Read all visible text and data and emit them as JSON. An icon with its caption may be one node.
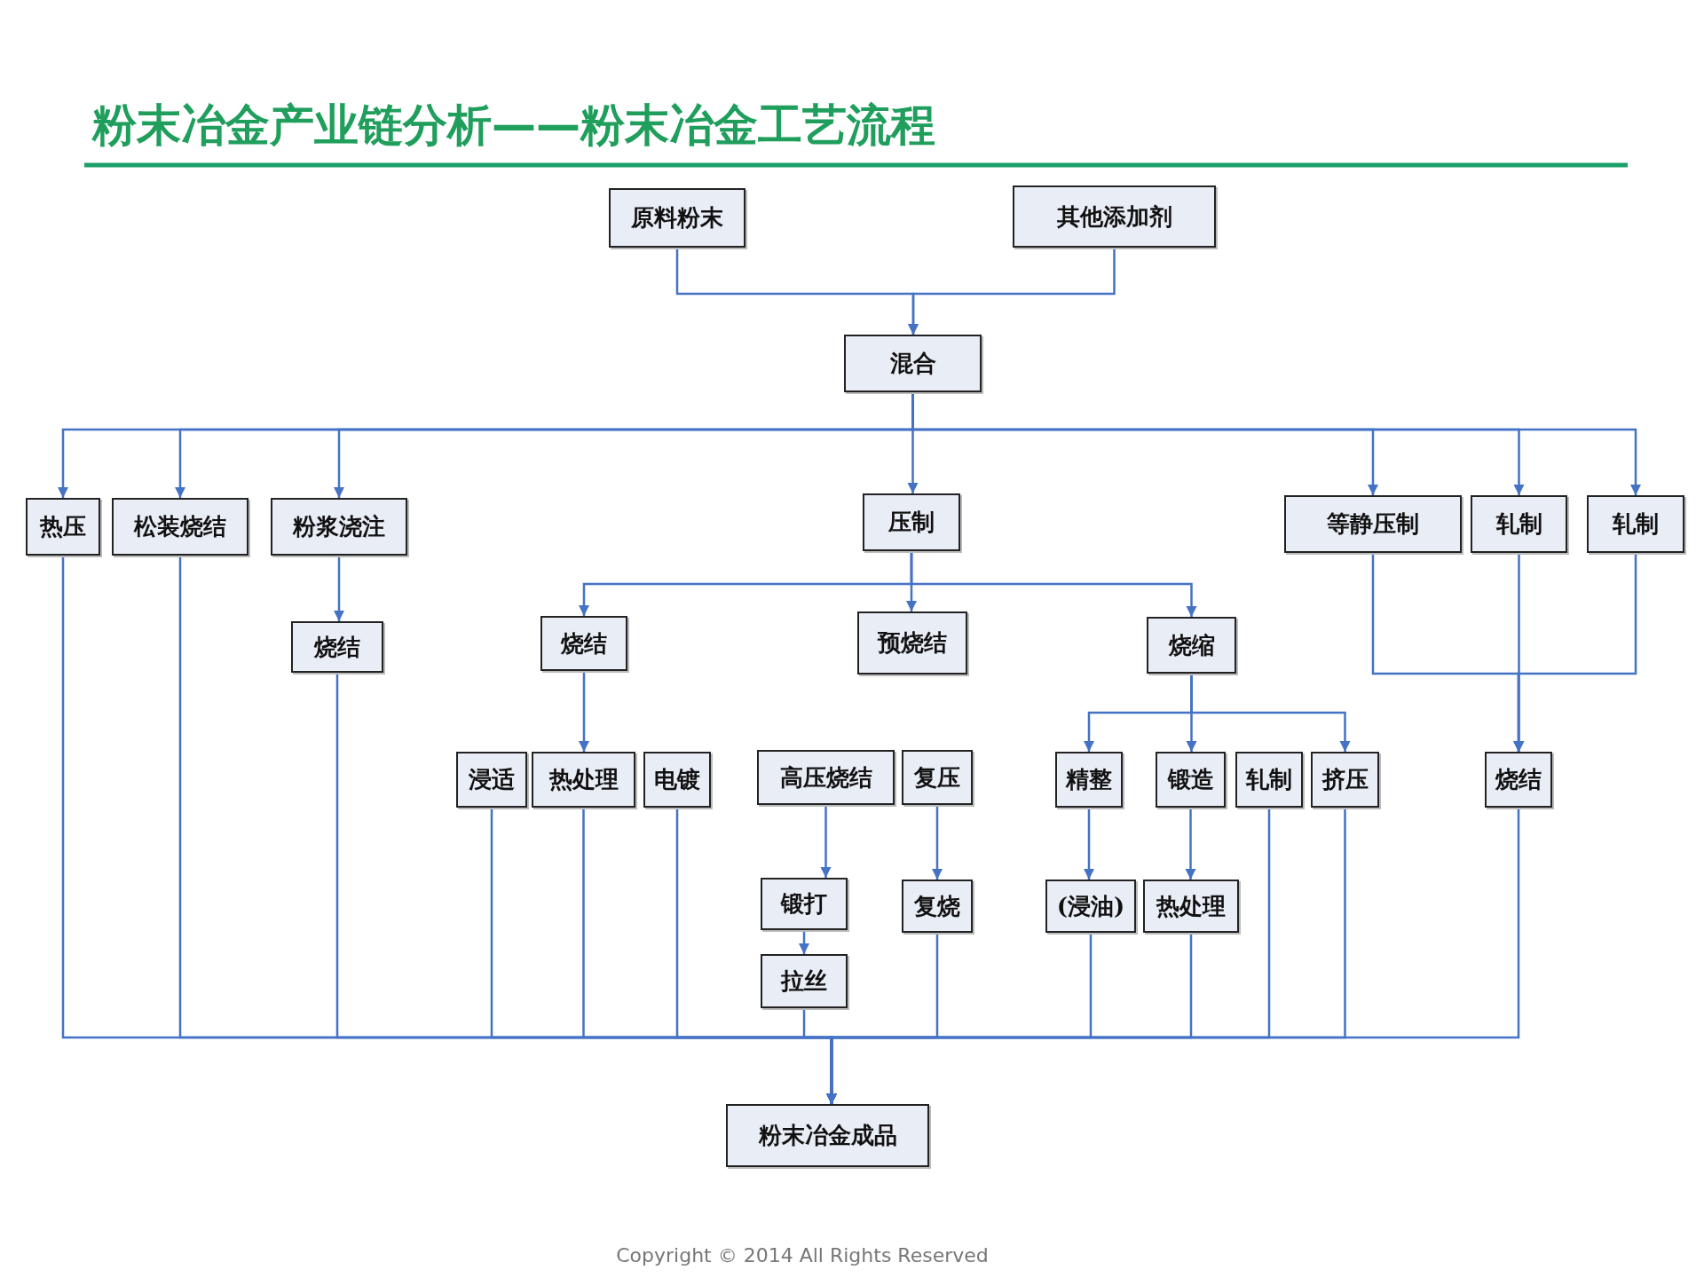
{
  "diagram": {
    "title": "粉末冶金产业链分析——粉末冶金工艺流程",
    "nodes": [
      {
        "text": [
          "原料粉末"
        ]
      },
      {
        "text": [
          "其他添加剂"
        ]
      },
      {
        "text": [
          "混合"
        ]
      },
      {
        "text": [
          "热压"
        ]
      },
      {
        "text": [
          "松装烧结"
        ]
      },
      {
        "text": [
          "粉浆浇注"
        ]
      },
      {
        "text": [
          "压制"
        ]
      },
      {
        "text": [
          "等静压制"
        ]
      },
      {
        "text": [
          "轧制"
        ]
      },
      {
        "text": [
          "轧制"
        ]
      },
      {
        "text": [
          "烧结"
        ]
      },
      {
        "text": [
          "烧结"
        ]
      },
      {
        "text": [
          "预烧结"
        ]
      },
      {
        "text": [
          "烧缩"
        ]
      },
      {
        "text": [
          "浸适"
        ]
      },
      {
        "text": [
          "热处理"
        ]
      },
      {
        "text": [
          "电镀"
        ]
      },
      {
        "text": [
          "高压烧结"
        ]
      },
      {
        "text": [
          "复压"
        ]
      },
      {
        "text": [
          "精整"
        ]
      },
      {
        "text": [
          "锻造"
        ]
      },
      {
        "text": [
          "轧制"
        ]
      },
      {
        "text": [
          "挤压"
        ]
      },
      {
        "text": [
          "烧结"
        ]
      },
      {
        "text": [
          "锻打"
        ]
      },
      {
        "text": [
          "复烧"
        ]
      },
      {
        "text": [
          "(浸油)"
        ]
      },
      {
        "text": [
          "热处理"
        ]
      },
      {
        "text": [
          "拉丝"
        ]
      },
      {
        "text": [
          "粉末冶金成品"
        ]
      }
    ],
    "edges": [
      {
        "from": 0,
        "to": 2,
        "arrow": "to"
      },
      {
        "from": 1,
        "to": 2,
        "arrow": "to"
      },
      {
        "from": 2,
        "to": 3,
        "arrow": "to"
      },
      {
        "from": 2,
        "to": 4,
        "arrow": "to"
      },
      {
        "from": 2,
        "to": 5,
        "arrow": "to"
      },
      {
        "from": 2,
        "to": 6,
        "arrow": "to"
      },
      {
        "from": 2,
        "to": 7,
        "arrow": "to"
      },
      {
        "from": 2,
        "to": 8,
        "arrow": "to"
      },
      {
        "from": 2,
        "to": 9,
        "arrow": "to"
      },
      {
        "from": 5,
        "to": 10,
        "arrow": "to"
      },
      {
        "from": 6,
        "to": 11,
        "arrow": "to"
      },
      {
        "from": 6,
        "to": 12,
        "arrow": "to"
      },
      {
        "from": 6,
        "to": 13,
        "arrow": "to"
      },
      {
        "from": 11,
        "to": 15,
        "arrow": "to"
      },
      {
        "from": 13,
        "to": 19,
        "arrow": "to"
      },
      {
        "from": 13,
        "to": 20,
        "arrow": "to"
      },
      {
        "from": 13,
        "to": 22,
        "arrow": "to"
      },
      {
        "from": 17,
        "to": 24,
        "arrow": "to"
      },
      {
        "from": 24,
        "to": 28,
        "arrow": "to"
      },
      {
        "from": 18,
        "to": 25,
        "arrow": "to"
      },
      {
        "from": 19,
        "to": 26,
        "arrow": "to"
      },
      {
        "from": 20,
        "to": 27,
        "arrow": "to"
      },
      {
        "from": 7,
        "to": 23,
        "arrow": "to"
      },
      {
        "from": 8,
        "to": 23,
        "arrow": "to"
      },
      {
        "from": 9,
        "to": 23,
        "arrow": "to"
      },
      {
        "from": 3,
        "to": 29,
        "arrow": "to"
      },
      {
        "from": 4,
        "to": 29,
        "arrow": "to"
      },
      {
        "from": 10,
        "to": 29,
        "arrow": "to"
      },
      {
        "from": 14,
        "to": 29,
        "arrow": "to"
      },
      {
        "from": 15,
        "to": 29,
        "arrow": "to"
      },
      {
        "from": 16,
        "to": 29,
        "arrow": "to"
      },
      {
        "from": 28,
        "to": 29,
        "arrow": "to"
      },
      {
        "from": 25,
        "to": 29,
        "arrow": "to"
      },
      {
        "from": 26,
        "to": 29,
        "arrow": "to"
      },
      {
        "from": 27,
        "to": 29,
        "arrow": "to"
      },
      {
        "from": 21,
        "to": 29,
        "arrow": "to"
      },
      {
        "from": 22,
        "to": 29,
        "arrow": "to"
      },
      {
        "from": 23,
        "to": 29,
        "arrow": "to"
      }
    ],
    "labels": [
      "Copyright © 2014 All Rights Reserved"
    ]
  }
}
